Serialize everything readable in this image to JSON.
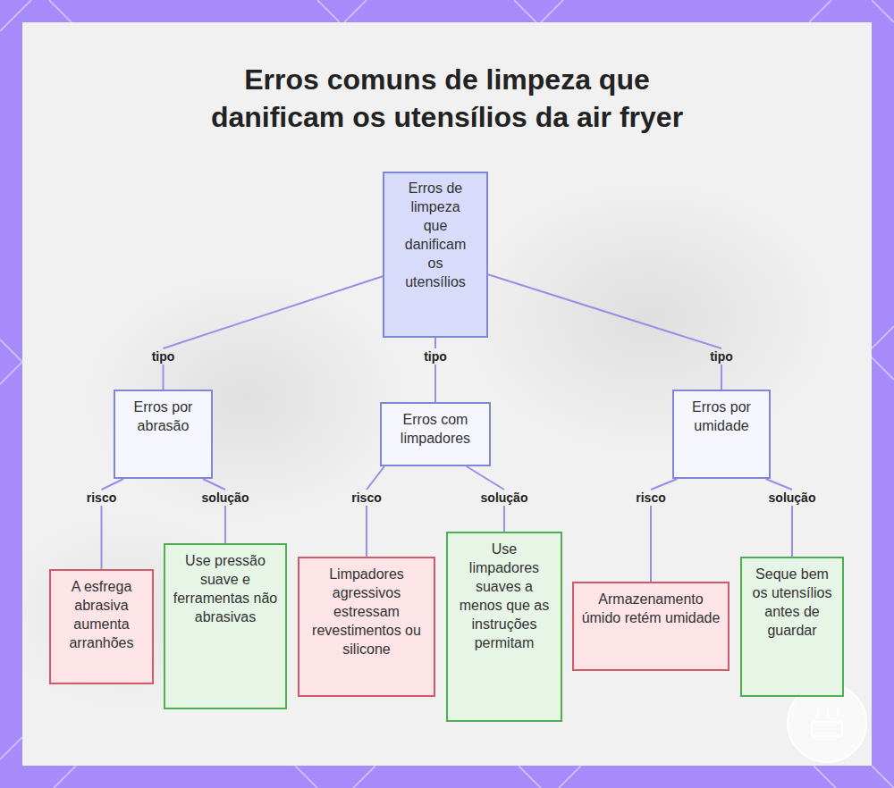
{
  "diagram": {
    "title": "Erros comuns de limpeza que danificam os utensílios da air fryer",
    "nodes": [
      {
        "text": [
          "Erros de limpeza que danificam os utensílios"
        ]
      },
      {
        "text": [
          "Erros por abrasão"
        ]
      },
      {
        "text": [
          "Erros com limpadores"
        ]
      },
      {
        "text": [
          "Erros por umidade"
        ]
      },
      {
        "text": [
          "A esfrega abrasiva aumenta arranhões"
        ]
      },
      {
        "text": [
          "Use pressão suave e ferramentas não abrasivas"
        ]
      },
      {
        "text": [
          "Limpadores agressivos estressam revestimentos ou silicone"
        ]
      },
      {
        "text": [
          "Use limpadores suaves a menos que as instruções permitam"
        ]
      },
      {
        "text": [
          "Armazenamento úmido retém umidade"
        ]
      },
      {
        "text": [
          "Seque bem os utensílios antes de guardar"
        ]
      }
    ],
    "edges": [
      {
        "from": 0,
        "to": 1,
        "label": "tipo",
        "arrow": "none"
      },
      {
        "from": 0,
        "to": 2,
        "label": "tipo",
        "arrow": "none"
      },
      {
        "from": 0,
        "to": 3,
        "label": "tipo",
        "arrow": "none"
      },
      {
        "from": 1,
        "to": 4,
        "label": "risco",
        "arrow": "none"
      },
      {
        "from": 1,
        "to": 5,
        "label": "solução",
        "arrow": "none"
      },
      {
        "from": 2,
        "to": 6,
        "label": "risco",
        "arrow": "none"
      },
      {
        "from": 2,
        "to": 7,
        "label": "solução",
        "arrow": "none"
      },
      {
        "from": 3,
        "to": 8,
        "label": "risco",
        "arrow": "none"
      },
      {
        "from": 3,
        "to": 9,
        "label": "solução",
        "arrow": "none"
      }
    ]
  }
}
